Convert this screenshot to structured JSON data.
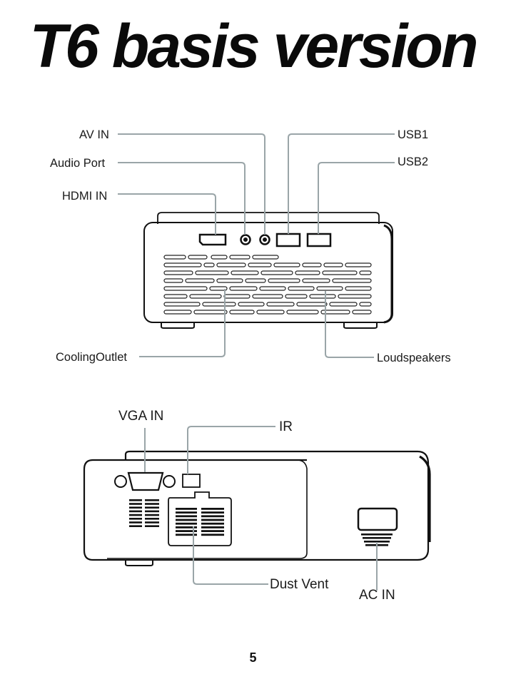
{
  "title": "T6 basis version",
  "front_view": {
    "labels": {
      "av_in": "AV IN",
      "audio_port": "Audio Port",
      "hdmi_in": "HDMI IN",
      "usb1": "USB1",
      "usb2": "USB2",
      "cooling_outlet": "CoolingOutlet",
      "loudspeakers": "Loudspeakers"
    }
  },
  "back_view": {
    "labels": {
      "vga_in": "VGA  IN",
      "ir": "IR",
      "dust_vent": "Dust Vent",
      "ac_in": "AC  IN"
    }
  },
  "page_number": "5",
  "colors": {
    "leader_line": "#9aa5a8",
    "outline": "#111111"
  }
}
